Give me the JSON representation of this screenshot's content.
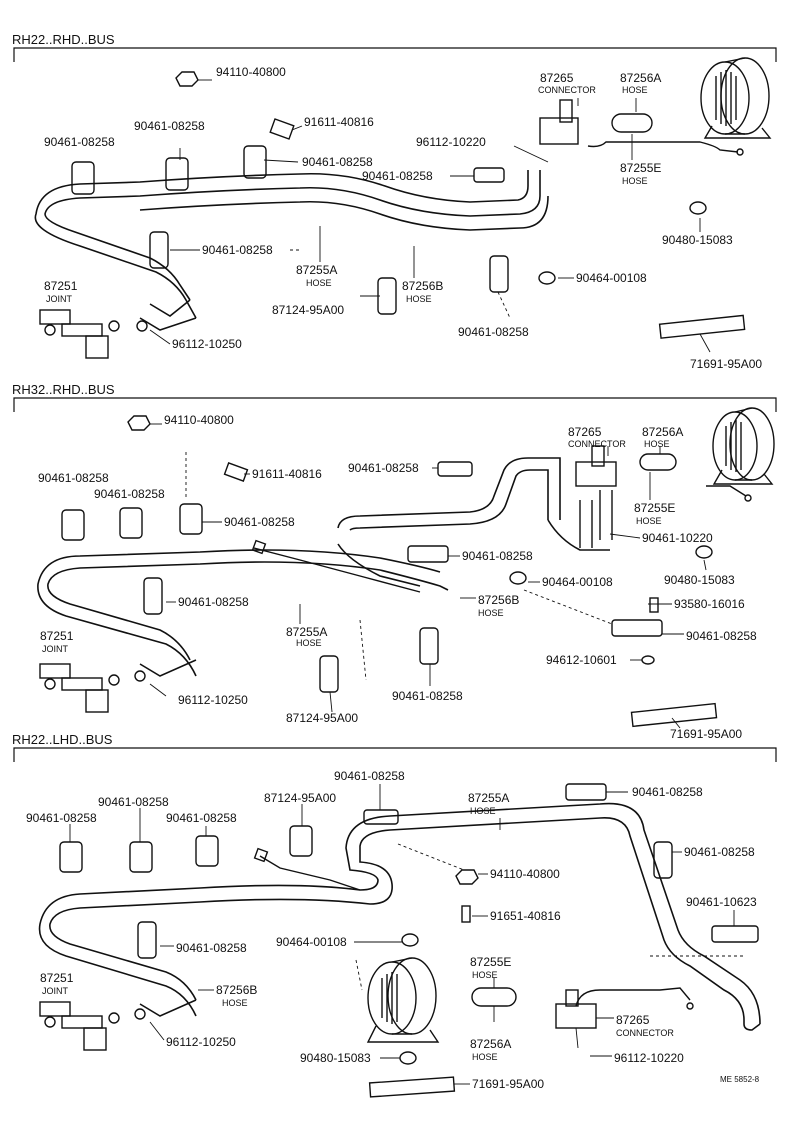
{
  "sections": [
    {
      "title": "RH22..RHD..BUS",
      "labels": [
        {
          "text": "94110-40800"
        },
        {
          "text": "91611-40816"
        },
        {
          "text": "90461-08258"
        },
        {
          "text": "90461-08258"
        },
        {
          "text": "90461-08258"
        },
        {
          "text": "96112-10220"
        },
        {
          "text": "90461-08258"
        },
        {
          "text": "90461-08258"
        },
        {
          "text": "87255A",
          "sub": "HOSE"
        },
        {
          "text": "87256B",
          "sub": "HOSE"
        },
        {
          "text": "87251",
          "sub": "JOINT"
        },
        {
          "text": "87124-95A00"
        },
        {
          "text": "96112-10250"
        },
        {
          "text": "90461-08258"
        },
        {
          "text": "90464-00108"
        },
        {
          "text": "87265",
          "sub": "CONNECTOR"
        },
        {
          "text": "87256A",
          "sub": "HOSE"
        },
        {
          "text": "87255E",
          "sub": "HOSE"
        },
        {
          "text": "90480-15083"
        },
        {
          "text": "71691-95A00"
        }
      ]
    },
    {
      "title": "RH32..RHD..BUS",
      "labels": [
        {
          "text": "94110-40800"
        },
        {
          "text": "91611-40816"
        },
        {
          "text": "90461-08258"
        },
        {
          "text": "90461-08258"
        },
        {
          "text": "90461-08258"
        },
        {
          "text": "90461-08258"
        },
        {
          "text": "90461-08258"
        },
        {
          "text": "90461-08258"
        },
        {
          "text": "87255A",
          "sub": "HOSE"
        },
        {
          "text": "87256B",
          "sub": "HOSE"
        },
        {
          "text": "87251",
          "sub": "JOINT"
        },
        {
          "text": "96112-10250"
        },
        {
          "text": "87124-95A00"
        },
        {
          "text": "90461-08258"
        },
        {
          "text": "90464-00108"
        },
        {
          "text": "87265",
          "sub": "CONNECTOR"
        },
        {
          "text": "87256A",
          "sub": "HOSE"
        },
        {
          "text": "87255E",
          "sub": "HOSE"
        },
        {
          "text": "90461-10220"
        },
        {
          "text": "90480-15083"
        },
        {
          "text": "93580-16016"
        },
        {
          "text": "90461-08258"
        },
        {
          "text": "94612-10601"
        },
        {
          "text": "71691-95A00"
        }
      ]
    },
    {
      "title": "RH22..LHD..BUS",
      "labels": [
        {
          "text": "90461-08258"
        },
        {
          "text": "90461-08258"
        },
        {
          "text": "90461-08258"
        },
        {
          "text": "87124-95A00"
        },
        {
          "text": "90461-08258"
        },
        {
          "text": "87255A",
          "sub": "HOSE"
        },
        {
          "text": "90461-08258"
        },
        {
          "text": "90461-08258"
        },
        {
          "text": "94110-40800"
        },
        {
          "text": "90461-10623"
        },
        {
          "text": "91651-40816"
        },
        {
          "text": "90461-08258"
        },
        {
          "text": "90464-00108"
        },
        {
          "text": "87251",
          "sub": "JOINT"
        },
        {
          "text": "87256B",
          "sub": "HOSE"
        },
        {
          "text": "87255E",
          "sub": "HOSE"
        },
        {
          "text": "87265",
          "sub": "CONNECTOR"
        },
        {
          "text": "96112-10250"
        },
        {
          "text": "87256A",
          "sub": "HOSE"
        },
        {
          "text": "90480-15083"
        },
        {
          "text": "96112-10220"
        },
        {
          "text": "71691-95A00"
        }
      ]
    }
  ],
  "footer_code": "ME 5852-8"
}
